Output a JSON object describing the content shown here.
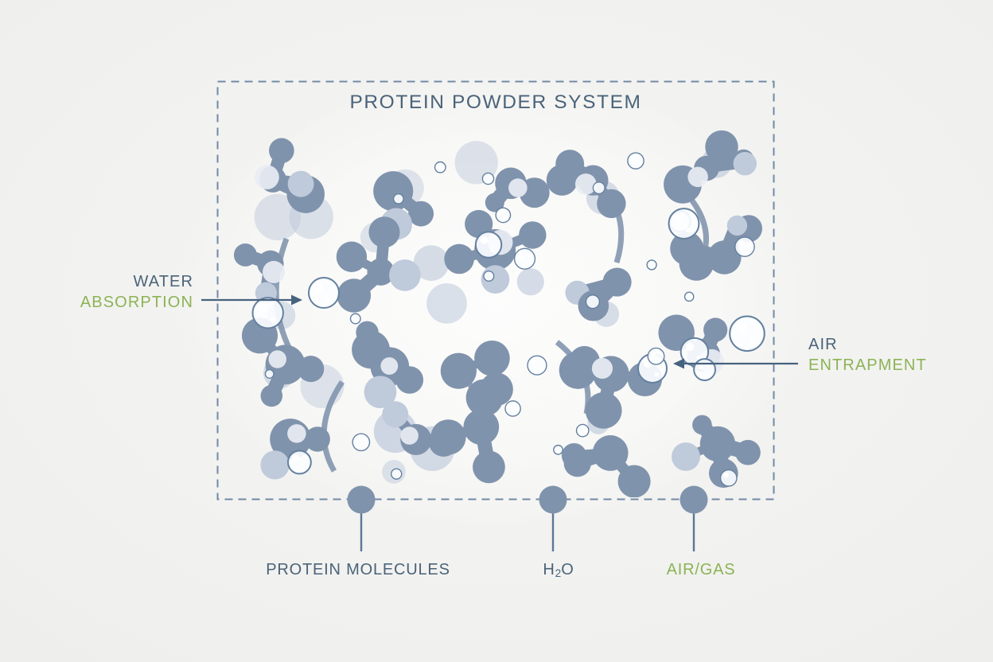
{
  "diagram": {
    "title": "PROTEIN POWDER SYSTEM",
    "annotations": {
      "water": {
        "line1": "WATER",
        "line2": "ABSORPTION"
      },
      "air": {
        "line1": "AIR",
        "line2": "ENTRAPMENT"
      }
    },
    "legend": {
      "protein": {
        "label": "PROTEIN MOLECULES"
      },
      "water": {
        "pre": "H",
        "sub": "2",
        "post": "O"
      },
      "air": {
        "label": "AIR/GAS"
      }
    },
    "colors": {
      "text_blue": "#4a6379",
      "text_green": "#8cb355",
      "molecule": "#8093ac",
      "molecule_light": "#bfcadb",
      "molecule_pale": "#e8ecf3",
      "bubble_stroke": "#64809f",
      "dash_border": "#7189a6",
      "arrow": "#46627e",
      "background": "#efefed"
    }
  }
}
